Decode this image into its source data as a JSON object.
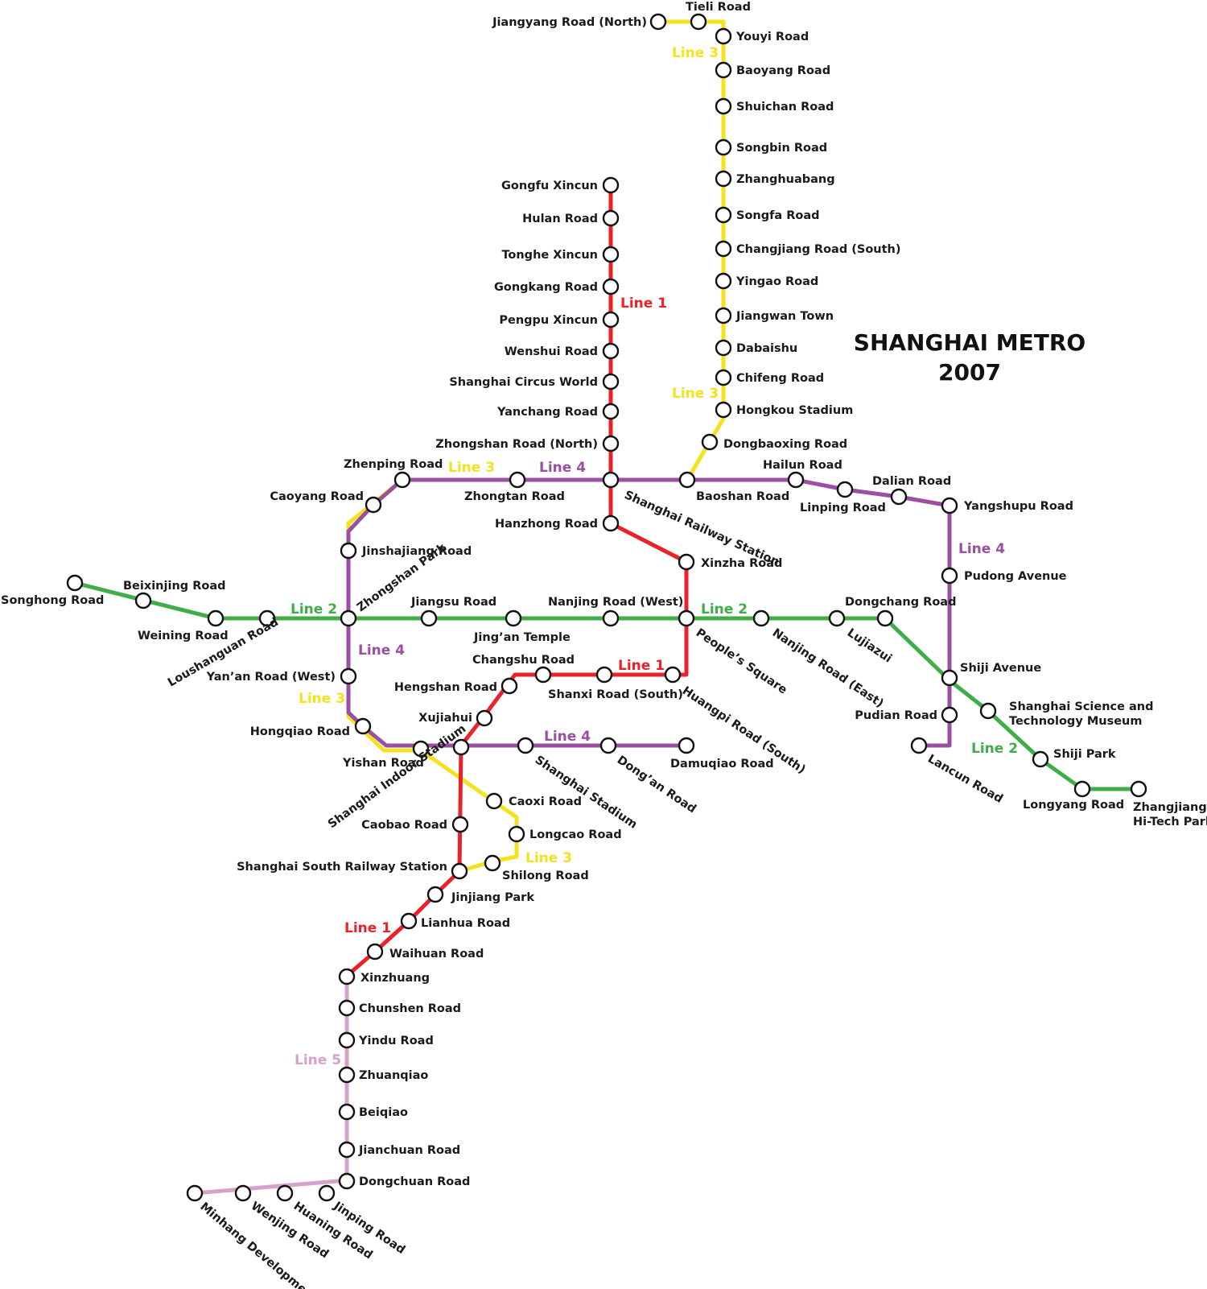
{
  "map": {
    "title_line1": "SHANGHAI METRO",
    "title_line2": "2007",
    "colors": {
      "line1": "#e8232a",
      "line2": "#3fae49",
      "line3": "#f4e21c",
      "line4": "#9a4fa3",
      "line5": "#d5a2cc"
    },
    "line_labels": {
      "line1": "Line 1",
      "line2": "Line 2",
      "line3": "Line 3",
      "line4": "Line 4",
      "line5": "Line 5"
    },
    "stations": {
      "jiangyang_road_north": "Jiangyang Road (North)",
      "tieli_road": "Tieli Road",
      "youyi_road": "Youyi Road",
      "baoyang_road": "Baoyang Road",
      "shuichan_road": "Shuichan Road",
      "songbin_road": "Songbin Road",
      "zhanghuabang": "Zhanghuabang",
      "songfa_road": "Songfa Road",
      "changjiang_road_south": "Changjiang Road (South)",
      "yingao_road": "Yingao Road",
      "jiangwan_town": "Jiangwan Town",
      "dabaishu": "Dabaishu",
      "chifeng_road": "Chifeng Road",
      "hongkou_stadium": "Hongkou Stadium",
      "dongbaoxing_road": "Dongbaoxing Road",
      "gongfu_xincun": "Gongfu Xincun",
      "hulan_road": "Hulan Road",
      "tonghe_xincun": "Tonghe Xincun",
      "gongkang_road": "Gongkang Road",
      "pengpu_xincun": "Pengpu Xincun",
      "wenshui_road": "Wenshui Road",
      "shanghai_circus_world": "Shanghai Circus World",
      "yanchang_road": "Yanchang Road",
      "zhongshan_road_north": "Zhongshan Road (North)",
      "shanghai_railway_station": "Shanghai Railway Station",
      "zhenping_road": "Zhenping Road",
      "caoyang_road": "Caoyang Road",
      "zhongtan_road": "Zhongtan Road",
      "baoshan_road": "Baoshan Road",
      "hailun_road": "Hailun Road",
      "linping_road": "Linping Road",
      "dalian_road": "Dalian Road",
      "yangshupu_road": "Yangshupu Road",
      "hanzhong_road": "Hanzhong Road",
      "xinzha_road": "Xinzha Road",
      "jinshajiang_road": "Jinshajiang Road",
      "zhongshan_park": "Zhongshan Park",
      "songhong_road": "Songhong Road",
      "beixinjing_road": "Beixinjing Road",
      "weining_road": "Weining Road",
      "loushanguan_road": "Loushanguan Road",
      "jiangsu_road": "Jiangsu Road",
      "jingan_temple": "Jing’an Temple",
      "nanjing_road_west": "Nanjing Road (West)",
      "peoples_square": "People’s Square",
      "nanjing_road_east": "Nanjing Road (East)",
      "lujiazui": "Lujiazui",
      "dongchang_road": "Dongchang Road",
      "pudong_avenue": "Pudong Avenue",
      "shiji_avenue": "Shiji Avenue",
      "pudian_road": "Pudian Road",
      "lancun_road": "Lancun Road",
      "science_museum_line1": "Shanghai Science and",
      "science_museum_line2": "Technology Museum",
      "shiji_park": "Shiji Park",
      "longyang_road": "Longyang Road",
      "zhangjiang_line1": "Zhangjiang",
      "zhangjiang_line2": "Hi-Tech Park",
      "yanan_road_west": "Yan’an Road (West)",
      "hongqiao_road": "Hongqiao Road",
      "yishan_road": "Yishan Road",
      "shanghai_indoor_stadium": "Shanghai Indoor Stadium",
      "changshu_road": "Changshu Road",
      "hengshan_road": "Hengshan Road",
      "shanxi_road_south": "Shanxi Road (South)",
      "huangpi_road_south": "Huangpi Road (South)",
      "xujiahui": "Xujiahui",
      "shanghai_stadium": "Shanghai Stadium",
      "dongan_road": "Dong’an Road",
      "damuqiao_road": "Damuqiao Road",
      "caoxi_road": "Caoxi Road",
      "caobao_road": "Caobao Road",
      "longcao_road": "Longcao Road",
      "shanghai_south_railway_station": "Shanghai South Railway Station",
      "shilong_road": "Shilong Road",
      "jinjiang_park": "Jinjiang Park",
      "lianhua_road": "Lianhua Road",
      "waihuan_road": "Waihuan Road",
      "xinzhuang": "Xinzhuang",
      "chunshen_road": "Chunshen Road",
      "yindu_road": "Yindu Road",
      "zhuanqiao": "Zhuanqiao",
      "beiqiao": "Beiqiao",
      "jianchuan_road": "Jianchuan Road",
      "dongchuan_road": "Dongchuan Road",
      "jinping_road": "Jinping Road",
      "huaning_road": "Huaning Road",
      "wenjing_road": "Wenjing Road",
      "minhang_development_zone": "Minhang Development Zone"
    }
  }
}
